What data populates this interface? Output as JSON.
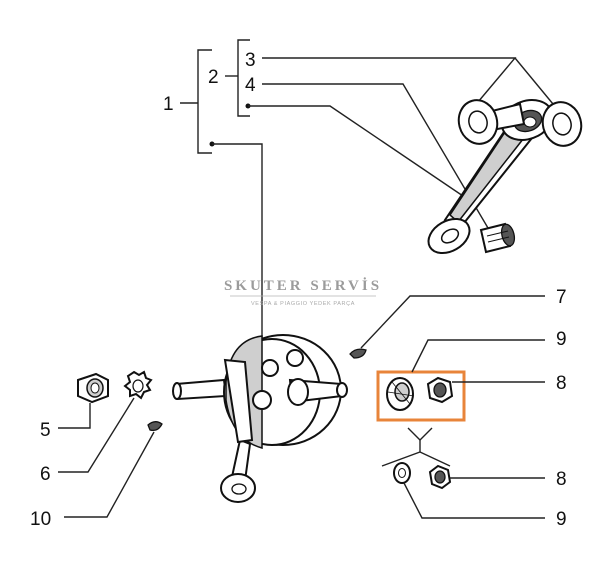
{
  "callouts": {
    "c1": "1",
    "c2": "2",
    "c3": "3",
    "c4": "4",
    "c5": "5",
    "c6": "6",
    "c7": "7",
    "c8a": "8",
    "c8b": "8",
    "c9a": "9",
    "c9b": "9",
    "c10": "10"
  },
  "watermark": {
    "title": "SKUTER SERVİS",
    "subtitle": "VESPA & PIAGGIO YEDEK PARÇA"
  },
  "colors": {
    "highlight": "#e8843a",
    "line": "#222222",
    "watermark": "#9b9b9b"
  }
}
